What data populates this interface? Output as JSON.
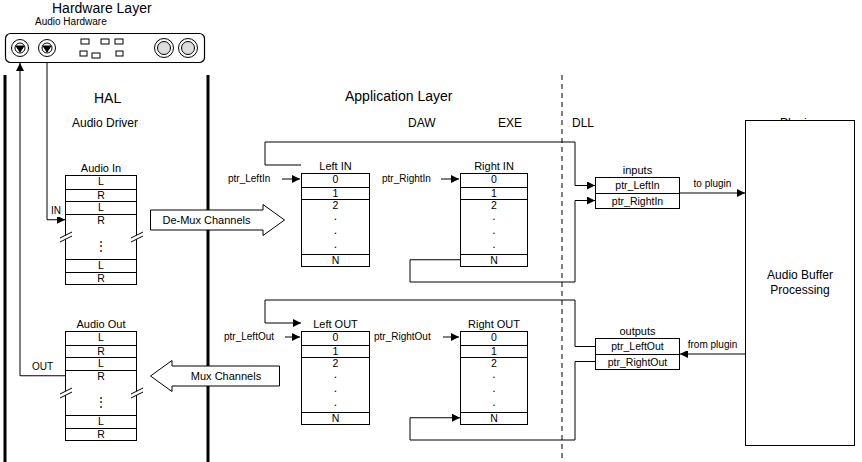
{
  "diagram": {
    "nodes": [
      {
        "text": [
          "Audio Hardware"
        ]
      },
      {
        "text": [
          "Audio In",
          "L",
          "R",
          "L",
          "R",
          "⋮",
          "L",
          "R"
        ]
      },
      {
        "text": [
          "De-Mux Channels"
        ]
      },
      {
        "text": [
          "Left IN",
          "0",
          "1",
          "2",
          ".",
          ".",
          ".",
          "N"
        ]
      },
      {
        "text": [
          "Right IN",
          "0",
          "1",
          "2",
          ".",
          ".",
          ".",
          "N"
        ]
      },
      {
        "text": [
          "inputs",
          "ptr_LeftIn",
          "ptr_RightIn"
        ]
      },
      {
        "text": [
          "Audio Buffer Processing"
        ]
      },
      {
        "text": [
          "Audio Out",
          "L",
          "R",
          "L",
          "R",
          "⋮",
          "L",
          "R"
        ]
      },
      {
        "text": [
          "Mux Channels"
        ]
      },
      {
        "text": [
          "Left OUT",
          "0",
          "1",
          "2",
          ".",
          ".",
          ".",
          "N"
        ]
      },
      {
        "text": [
          "Right OUT",
          "0",
          "1",
          "2",
          ".",
          ".",
          ".",
          "N"
        ]
      },
      {
        "text": [
          "outputs",
          "ptr_LeftOut",
          "ptr_RightOut"
        ]
      }
    ],
    "edges": [
      {
        "from": 0,
        "to": 1,
        "arrow": "to",
        "label": "IN"
      },
      {
        "from": 7,
        "to": 0,
        "arrow": "to",
        "label": "OUT"
      },
      {
        "from": 3,
        "to": 5,
        "arrow": "to"
      },
      {
        "from": 4,
        "to": 5,
        "arrow": "to"
      },
      {
        "from": 5,
        "to": 6,
        "arrow": "to",
        "label": "to plugin"
      },
      {
        "from": 6,
        "to": 11,
        "arrow": "to",
        "label": "from plugin"
      },
      {
        "from": 11,
        "to": 9,
        "arrow": "to"
      },
      {
        "from": 11,
        "to": 10,
        "arrow": "to"
      }
    ],
    "labels": [
      "Hardware Layer",
      "HAL",
      "Audio Driver",
      "Application Layer",
      "DAW",
      "EXE",
      "DLL",
      "Plugin",
      "ptr_LeftIn",
      "ptr_RightIn",
      "ptr_LeftOut",
      "ptr_RightOut"
    ]
  }
}
